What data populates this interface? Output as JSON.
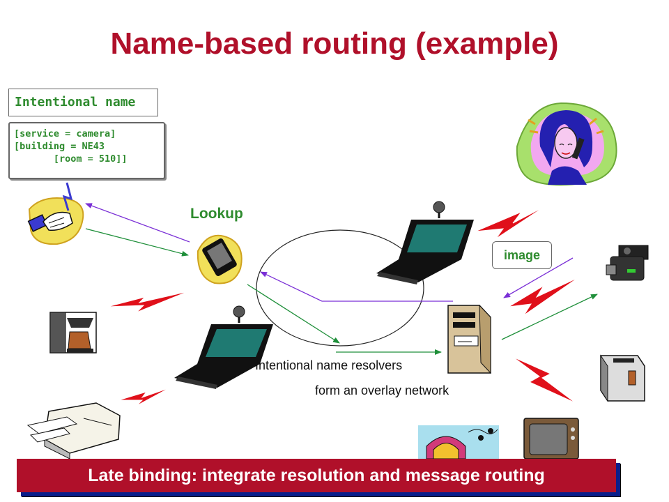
{
  "slide": {
    "title": "Name-based routing (example)",
    "intentional_name_label": "Intentional name",
    "name_attributes": [
      "[service = camera]",
      "[building = NE43",
      "       [room = 510]]"
    ],
    "lookup_label": "Lookup",
    "image_label": "image",
    "resolvers_caption": "Intentional name resolvers",
    "overlay_caption": "form an overlay network",
    "banner": "Late binding: integrate resolution and message routing"
  },
  "colors": {
    "title": "#b0102a",
    "label_green": "#2e8b2e",
    "arrow_green": "#1f8f3a",
    "arrow_purple": "#7a2fd6",
    "lightning": "#e0101a",
    "banner_bg": "#b0102a",
    "banner_shadow": "#0a1e8a"
  },
  "icons": [
    "handshake-icon",
    "pda-icon",
    "laptop-icon",
    "server-tower-icon",
    "woman-phone-clipart",
    "video-camera-icon",
    "coffee-maker-icon",
    "toaster-icon",
    "printer-icon",
    "jukebox-icon",
    "television-icon",
    "lightning-icon"
  ]
}
